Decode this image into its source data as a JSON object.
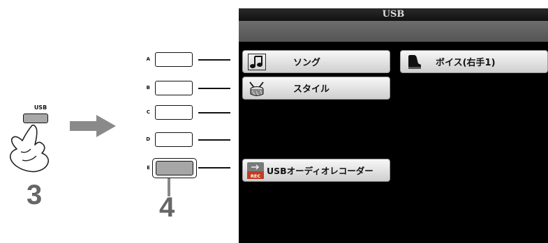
{
  "left_panel": {
    "button_label": "USB",
    "step_number": "3"
  },
  "panel_buttons": {
    "letters": [
      "A",
      "B",
      "C",
      "D",
      "E"
    ],
    "step_number": "4"
  },
  "screen": {
    "title": "USB",
    "menu": [
      {
        "label": "ソング",
        "icon": "music-note-icon"
      },
      {
        "label": "スタイル",
        "icon": "drum-icon"
      },
      {
        "label": "ボイス(右手1)",
        "icon": "piano-icon"
      },
      {
        "label": "USBオーディオレコーダー",
        "icon": "rec-icon",
        "icon_text": "REC"
      }
    ]
  }
}
